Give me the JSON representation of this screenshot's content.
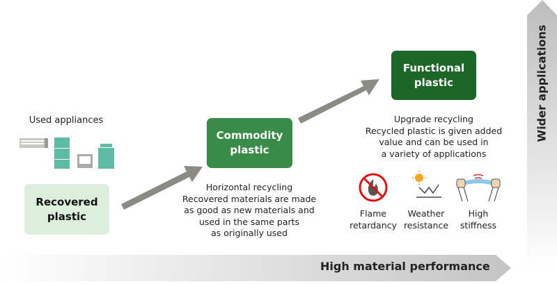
{
  "axes": {
    "x_label": "High material performance",
    "y_label": "Wider applications"
  },
  "appliances_label": "Used appliances",
  "stages": [
    {
      "label_line1": "Recovered",
      "label_line2": "plastic",
      "color": "#dcefdc"
    },
    {
      "label_line1": "Commodity",
      "label_line2": "plastic",
      "color": "#3a8a48",
      "desc": [
        "Horizontal recycling",
        "Recovered materials are made",
        "as good as new materials and",
        "used in the same parts",
        "as originally used"
      ]
    },
    {
      "label_line1": "Functional",
      "label_line2": "plastic",
      "color": "#1c6628",
      "desc": [
        "Upgrade recycling",
        "Recycled plastic is given added",
        "value and can be used in",
        "a variety of applications"
      ]
    }
  ],
  "features": [
    {
      "icon": "flame-retardant-icon",
      "line1": "Flame",
      "line2": "retardancy"
    },
    {
      "icon": "weather-resistance-icon",
      "line1": "Weather",
      "line2": "resistance"
    },
    {
      "icon": "high-stiffness-icon",
      "line1": "High",
      "line2": "stiffness"
    }
  ]
}
